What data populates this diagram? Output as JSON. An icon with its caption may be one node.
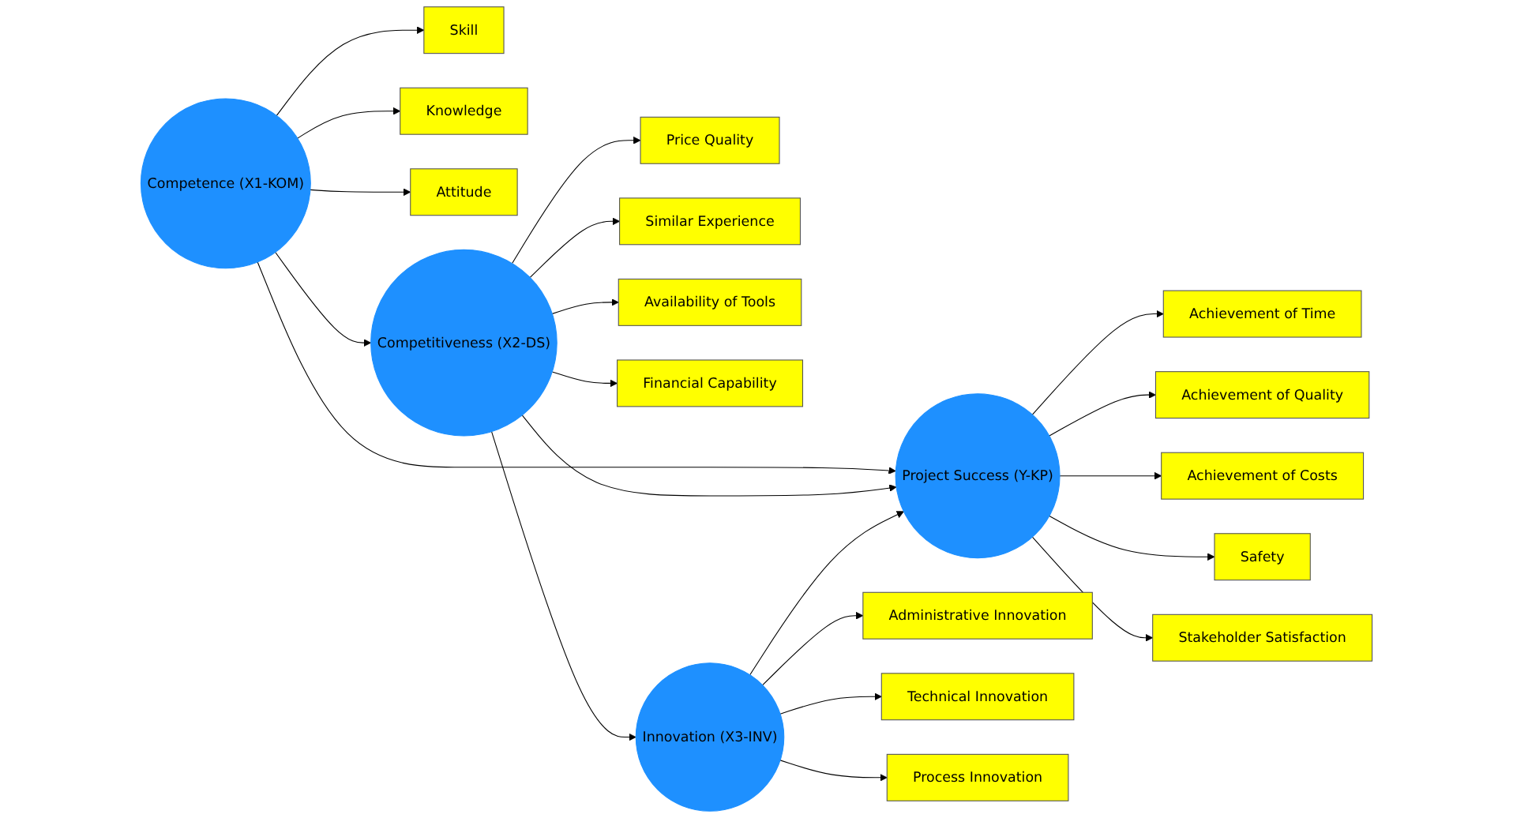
{
  "diagram": {
    "nodes": [
      {
        "text": [
          "Skill"
        ]
      },
      {
        "text": [
          "Knowledge"
        ]
      },
      {
        "text": [
          "Attitude"
        ]
      },
      {
        "text": [
          "Competence (X1-KOM)"
        ]
      },
      {
        "text": [
          "Price Quality"
        ]
      },
      {
        "text": [
          "Similar Experience"
        ]
      },
      {
        "text": [
          "Availability of Tools"
        ]
      },
      {
        "text": [
          "Financial Capability"
        ]
      },
      {
        "text": [
          "Competitiveness (X2-DS)"
        ]
      },
      {
        "text": [
          "Project Success (Y-KP)"
        ]
      },
      {
        "text": [
          "Achievement of Time"
        ]
      },
      {
        "text": [
          "Achievement of Quality"
        ]
      },
      {
        "text": [
          "Achievement of Costs"
        ]
      },
      {
        "text": [
          "Safety"
        ]
      },
      {
        "text": [
          "Stakeholder Satisfaction"
        ]
      },
      {
        "text": [
          "Innovation (X3-INV)"
        ]
      },
      {
        "text": [
          "Administrative Innovation"
        ]
      },
      {
        "text": [
          "Technical Innovation"
        ]
      },
      {
        "text": [
          "Process Innovation"
        ]
      }
    ],
    "edges": [
      {
        "from": 3,
        "to": 0,
        "arrow": "to"
      },
      {
        "from": 3,
        "to": 1,
        "arrow": "to"
      },
      {
        "from": 3,
        "to": 2,
        "arrow": "to"
      },
      {
        "from": 3,
        "to": 8,
        "arrow": "to"
      },
      {
        "from": 3,
        "to": 9,
        "arrow": "to"
      },
      {
        "from": 8,
        "to": 4,
        "arrow": "to"
      },
      {
        "from": 8,
        "to": 5,
        "arrow": "to"
      },
      {
        "from": 8,
        "to": 6,
        "arrow": "to"
      },
      {
        "from": 8,
        "to": 7,
        "arrow": "to"
      },
      {
        "from": 8,
        "to": 9,
        "arrow": "to"
      },
      {
        "from": 8,
        "to": 15,
        "arrow": "to"
      },
      {
        "from": 15,
        "to": 9,
        "arrow": "to"
      },
      {
        "from": 9,
        "to": 10,
        "arrow": "to"
      },
      {
        "from": 9,
        "to": 11,
        "arrow": "to"
      },
      {
        "from": 9,
        "to": 12,
        "arrow": "to"
      },
      {
        "from": 9,
        "to": 13,
        "arrow": "to"
      },
      {
        "from": 9,
        "to": 14,
        "arrow": "to"
      },
      {
        "from": 15,
        "to": 16,
        "arrow": "to"
      },
      {
        "from": 15,
        "to": 17,
        "arrow": "to"
      },
      {
        "from": 15,
        "to": 18,
        "arrow": "to"
      }
    ]
  }
}
